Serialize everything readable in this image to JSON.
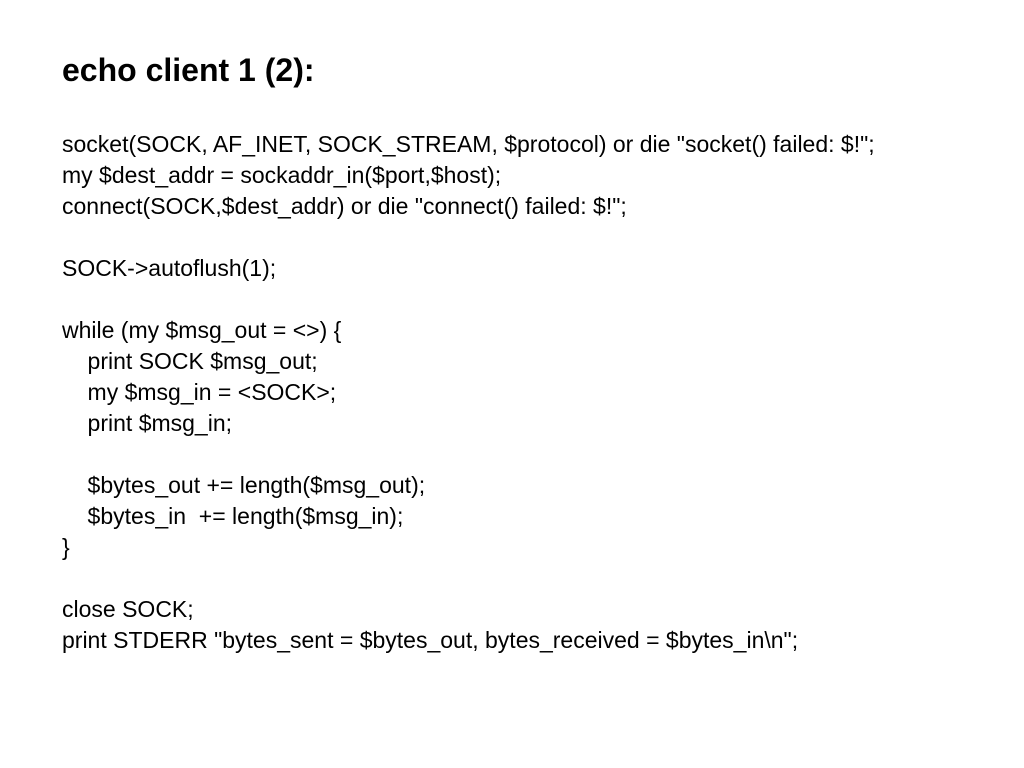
{
  "slide": {
    "title": "echo client 1 (2):",
    "code_lines": [
      "socket(SOCK, AF_INET, SOCK_STREAM, $protocol) or die \"socket() failed: $!\";",
      "my $dest_addr = sockaddr_in($port,$host);",
      "connect(SOCK,$dest_addr) or die \"connect() failed: $!\";",
      "",
      "SOCK->autoflush(1);",
      "",
      "while (my $msg_out = <>) {",
      "    print SOCK $msg_out;",
      "    my $msg_in = <SOCK>;",
      "    print $msg_in;",
      "",
      "    $bytes_out += length($msg_out);",
      "    $bytes_in  += length($msg_in);",
      "}",
      "",
      "close SOCK;",
      "print STDERR \"bytes_sent = $bytes_out, bytes_received = $bytes_in\\n\";"
    ]
  }
}
